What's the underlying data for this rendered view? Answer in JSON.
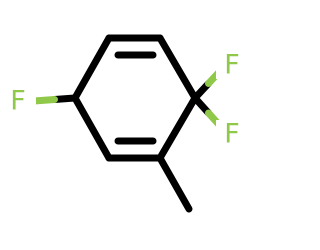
{
  "molecule": {
    "atoms": [
      {
        "symbol": "F"
      },
      {
        "symbol": "F"
      },
      {
        "symbol": "F"
      }
    ],
    "colors": {
      "bond": "#000000",
      "fluorine": "#90c84a"
    }
  }
}
